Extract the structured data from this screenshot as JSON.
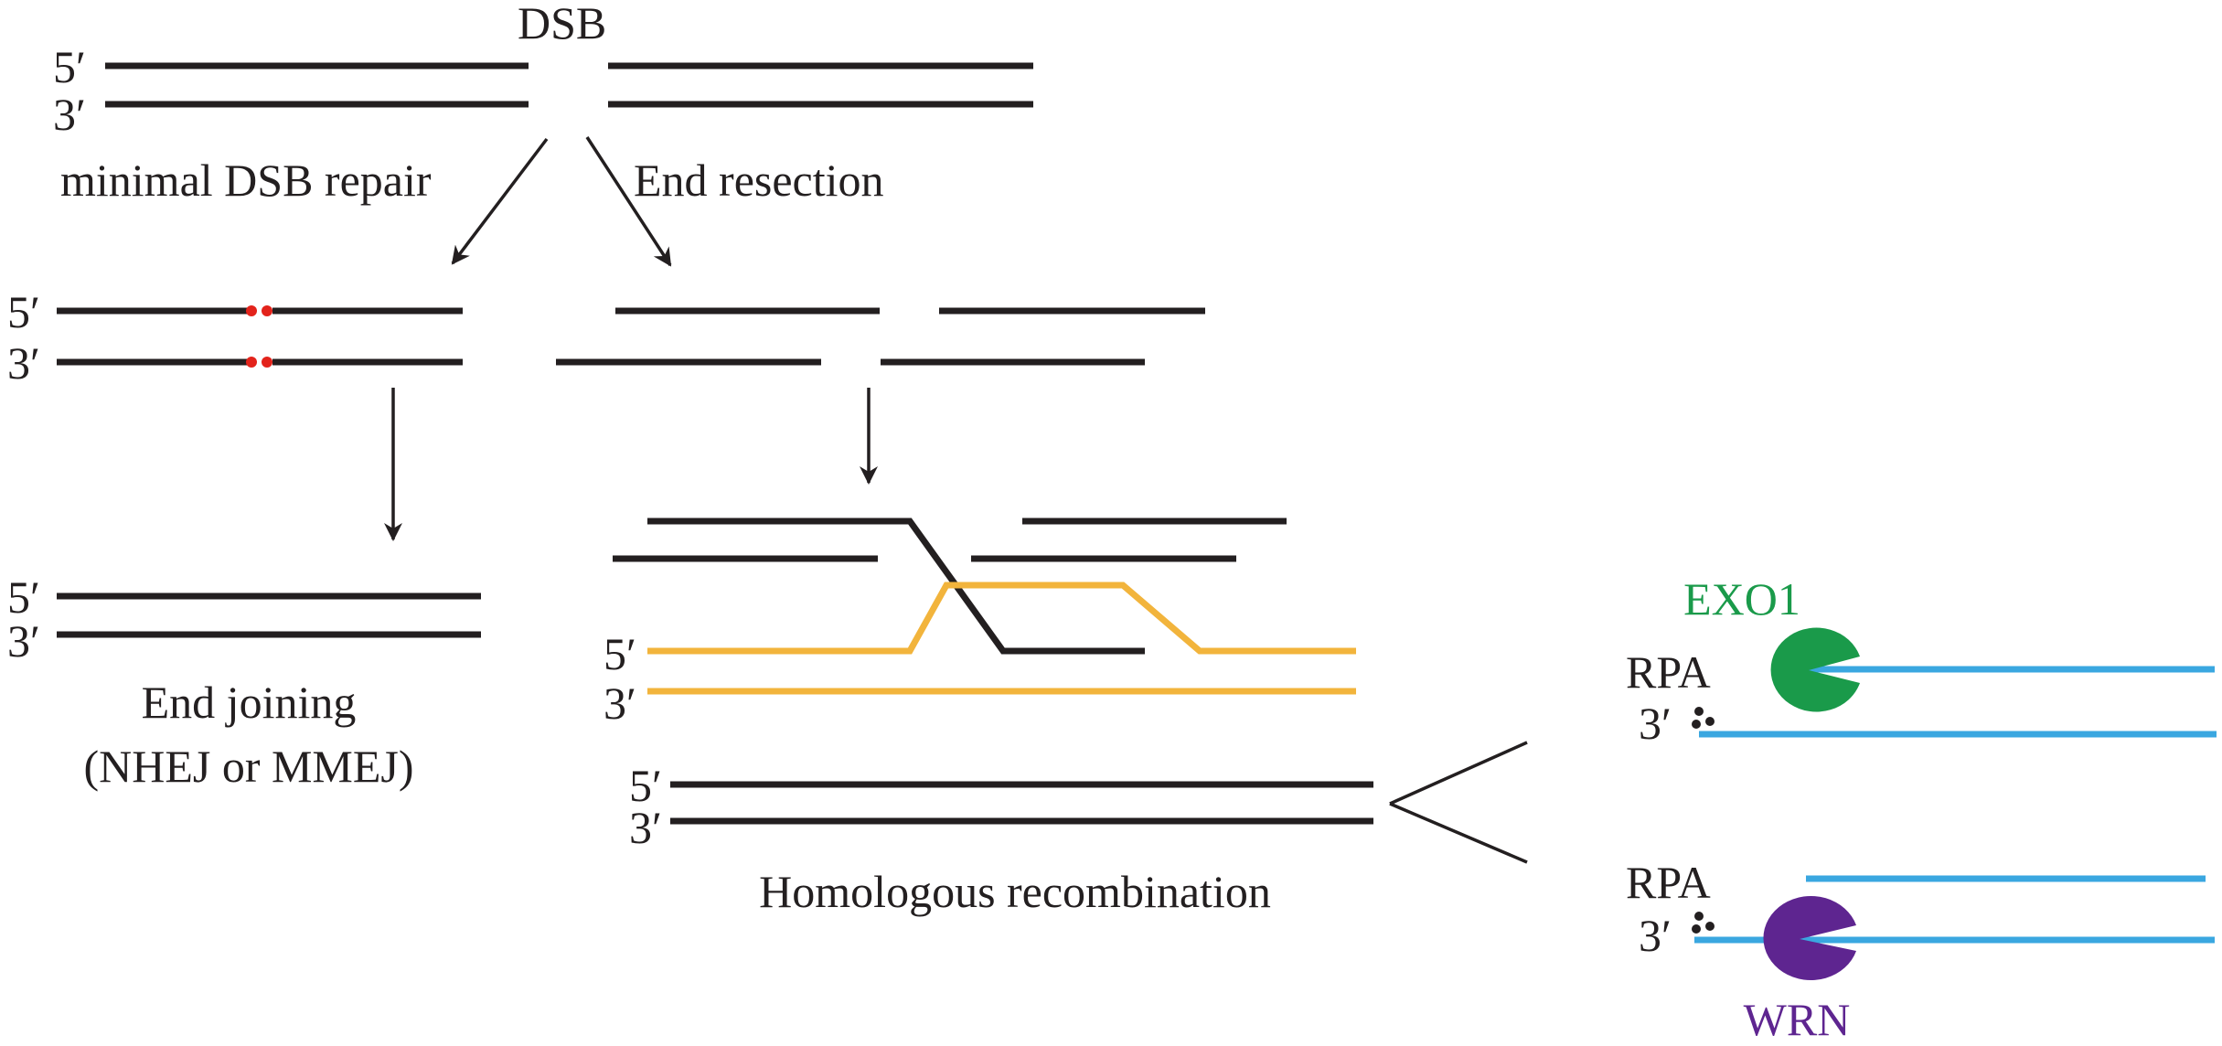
{
  "labels": {
    "dsb": "DSB",
    "minimal_repair": "minimal DSB repair",
    "end_resection": "End resection",
    "end_joining_1": "End joining",
    "end_joining_2": "(NHEJ or MMEJ)",
    "homologous_recombination": "Homologous recombination",
    "rpa": "RPA",
    "five_prime": "5′",
    "three_prime": "3′"
  },
  "proteins": {
    "exo1": {
      "name": "EXO1",
      "color": "#1a9a4a"
    },
    "wrn": {
      "name": "WRN",
      "color": "#5e2590"
    }
  },
  "colors": {
    "dna": "#231f20",
    "donor_dna": "#f2b43c",
    "resected_dna": "#3aa7e0",
    "ligation_dots": "#e3231b",
    "rpa_dots": "#231f20"
  }
}
